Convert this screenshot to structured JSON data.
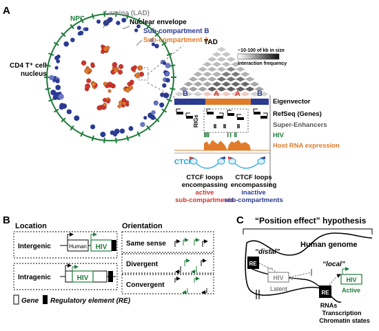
{
  "panel_a": {
    "letter": "A",
    "npc": "NPC",
    "lamina": "Lamina (LAD)",
    "nuclear_envelope": "Nuclear envelope",
    "subcomp_b": "Sub-compartment B",
    "subcomp_a": "Sub-compartment A",
    "nucleus_line1": "CD4 T⁺ cell",
    "nucleus_line2": "nucleus",
    "tad": "TAD",
    "tad_size": "~10-100 of kb in size",
    "interaction": "Interaction frequency",
    "compartments": [
      "B",
      "A",
      "A",
      "B"
    ],
    "eigenvector": "Eigenvector",
    "refseq": "RefSeq (Genes)",
    "rigs": "RIGs",
    "super_enhancers": "Super-Enhancers",
    "hiv": "HIV",
    "host_rna": "Host RNA expression",
    "ctcf": "CTCF",
    "loops_active": [
      "CTCF loops",
      "encompassing",
      "active",
      "sub-compartments"
    ],
    "loops_inactive": [
      "CTCF loops",
      "encompassing",
      "inactive",
      "sub-compartments"
    ]
  },
  "panel_b": {
    "letter": "B",
    "location": "Location",
    "orientation": "Orientation",
    "intergenic": "Intergenic",
    "intragenic": "Intragenic",
    "human": "Human",
    "hiv": "HIV",
    "same_sense": "Same sense",
    "divergent": "Divergent",
    "convergent": "Convergent",
    "gene": "Gene",
    "regulatory": "Regulatory element (RE)"
  },
  "panel_c": {
    "letter": "C",
    "title": "“Position effect” hypothesis",
    "human_genome": "Human genome",
    "distal": "“distal”",
    "local": "“local”",
    "re": "RE",
    "hiv": "HIV",
    "latent": "Latent",
    "active": "Active",
    "outputs": [
      "RNAs",
      "Transcription",
      "Chromatin states"
    ]
  },
  "colors": {
    "blue": "#2b3a92",
    "red": "#d0342c",
    "orange": "#e07b2a",
    "green": "#1f7a3a",
    "cyan": "#1aa0d8",
    "gray": "#8a8a8a"
  }
}
